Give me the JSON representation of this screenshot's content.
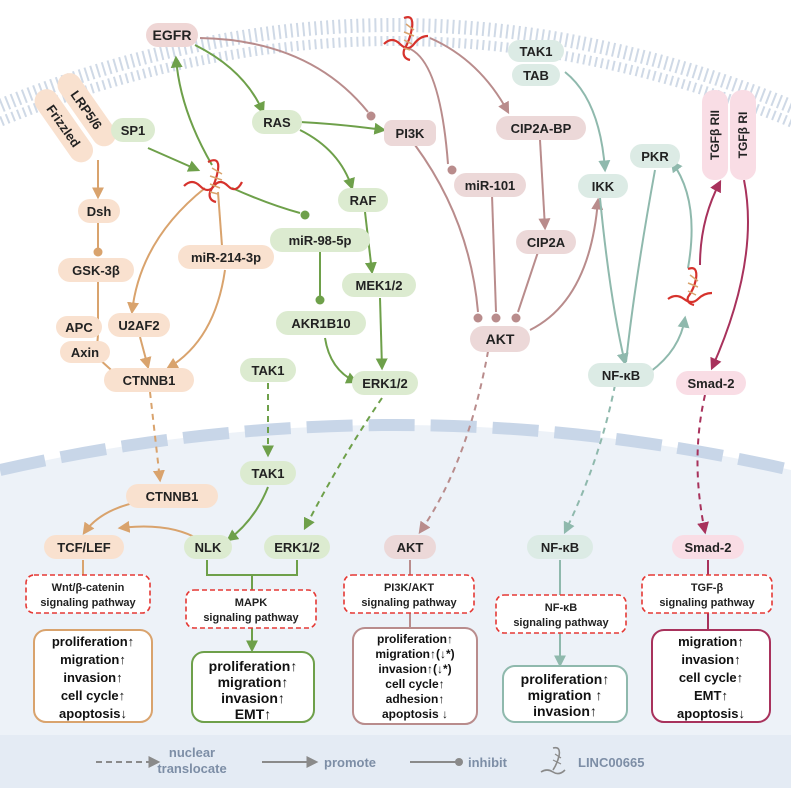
{
  "colors": {
    "wnt": "#e8b98a",
    "wnt_fill": "#f9e1cf",
    "mapk": "#6ea04a",
    "mapk_fill": "#dcebd0",
    "akt": "#b98c8c",
    "akt_fill": "#ecd8d8",
    "nfkb": "#8fb9ad",
    "nfkb_fill": "#dcebe5",
    "tgf": "#a8325c",
    "tgf_fill": "#f9dde5",
    "pathway_border": "#e53935",
    "membrane": "#c7d2e0",
    "nucleus": "#d7e3f1"
  },
  "nodes": {
    "egfr": "EGFR",
    "lrp": "LRP5/6",
    "frizzled": "Frizzled",
    "dsh": "Dsh",
    "gsk": "GSK-3β",
    "apc": "APC",
    "axin": "Axin",
    "sp1": "SP1",
    "ras": "RAS",
    "pi3k": "PI3K",
    "raf": "RAF",
    "mek": "MEK1/2",
    "erk_cyto": "ERK1/2",
    "mir98": "miR-98-5p",
    "akr": "AKR1B10",
    "mir214": "miR-214-3p",
    "u2af2": "U2AF2",
    "ctnnb1_cyto": "CTNNB1",
    "tak1_cyto": "TAK1",
    "cip2abp": "CIP2A-BP",
    "mir101": "miR-101",
    "cip2a": "CIP2A",
    "akt_cyto": "AKT",
    "tak1_tab_1": "TAK1",
    "tak1_tab_2": "TAB",
    "ikk": "IKK",
    "pkr": "PKR",
    "nfkb_cyto": "NF-κB",
    "tgfrii": "TGFβ RII",
    "tgfri": "TGFβ RI",
    "smad_cyto": "Smad-2",
    "ctnnb1_nuc": "CTNNB1",
    "tak1_nuc": "TAK1",
    "tcf": "TCF/LEF",
    "nlk": "NLK",
    "erk_nuc": "ERK1/2",
    "akt_nuc": "AKT",
    "nfkb_nuc": "NF-κB",
    "smad_nuc": "Smad-2"
  },
  "pathways": {
    "wnt": [
      "Wnt/β-catenin",
      "signaling pathway"
    ],
    "mapk": [
      "MAPK",
      "signaling pathway"
    ],
    "akt": [
      "PI3K/AKT",
      "signaling pathway"
    ],
    "nfkb": [
      "NF-κB",
      "signaling pathway"
    ],
    "tgf": [
      "TGF-β",
      "signaling pathway"
    ]
  },
  "outcomes": {
    "wnt": [
      "proliferation↑",
      "migration↑",
      "invasion↑",
      "cell cycle↑",
      "apoptosis↓"
    ],
    "mapk": [
      "proliferation↑",
      "migration↑",
      "invasion↑",
      "EMT↑"
    ],
    "akt": [
      "proliferation↑",
      "migration↑(↓*)",
      "invasion↑(↓*)",
      "cell cycle↑",
      "adhesion↑",
      "apoptosis ↓"
    ],
    "nfkb": [
      "proliferation↑",
      "migration ↑",
      "invasion↑"
    ],
    "tgf": [
      "migration↑",
      "invasion↑",
      "cell cycle↑",
      "EMT↑",
      "apoptosis↓"
    ]
  },
  "legend": {
    "nuclear_1": "nuclear",
    "nuclear_2": "translocate",
    "promote": "promote",
    "inhibit": "inhibit",
    "lnc": "LINC00665"
  }
}
